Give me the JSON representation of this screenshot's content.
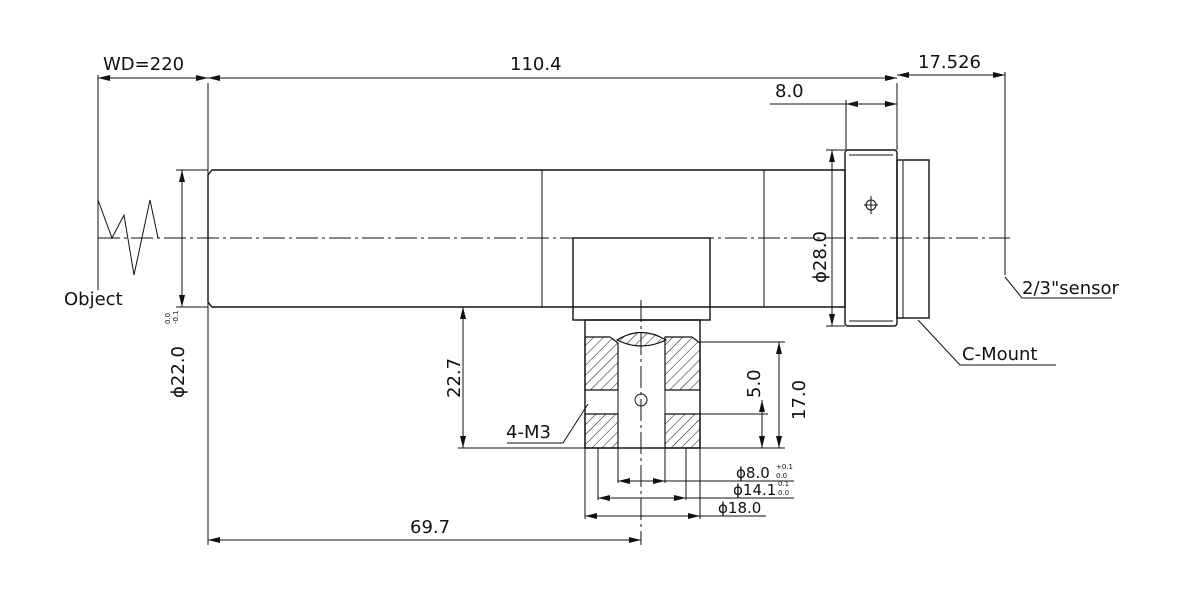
{
  "dimensions": {
    "working_distance": "WD=220",
    "overall_length": "110.4",
    "flange_back": "17.526",
    "mount_length": "8.0",
    "mount_diameter": "ϕ28.0",
    "body_diameter": "ϕ22.0",
    "body_diameter_tol_upper": "0.0",
    "body_diameter_tol_lower": "-0.1",
    "mount_height": "22.7",
    "hole_offset": "5.0",
    "block_height": "17.0",
    "thread": "4-M3",
    "bore_1": "ϕ8.0",
    "bore_1_tol_upper": "+0.1",
    "bore_1_tol_lower": "0.0",
    "bore_2": "ϕ14.1",
    "bore_2_tol_upper": "0.1",
    "bore_2_tol_lower": "0.0",
    "bore_3": "ϕ18.0",
    "mount_position": "69.7"
  },
  "labels": {
    "object": "Object",
    "sensor": "2/3\"sensor",
    "c_mount": "C-Mount"
  }
}
